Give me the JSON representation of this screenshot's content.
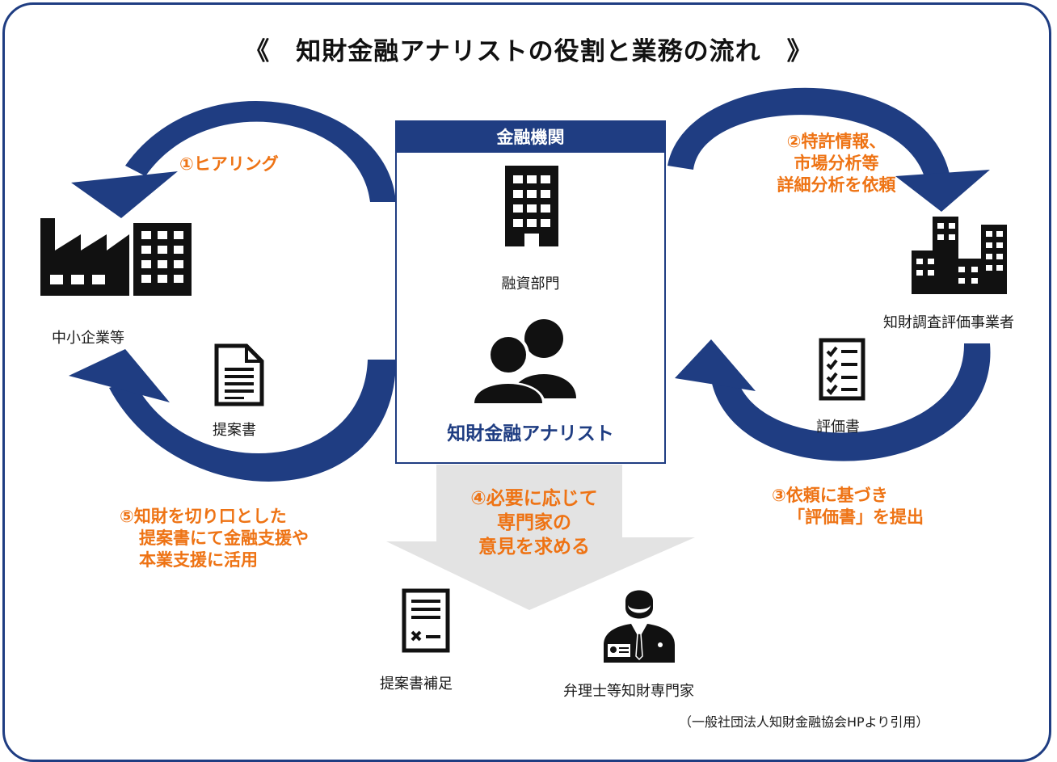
{
  "title": "《　知財金融アナリストの役割と業務の流れ　》",
  "colors": {
    "navy": "#1f3d82",
    "orange": "#ee7314",
    "gray_arrow": "#e3e3e3"
  },
  "bank": {
    "header": "金融機関",
    "department": "融資部門",
    "analyst": "知財金融アナリスト"
  },
  "left": {
    "company": "中小企業等",
    "proposal": "提案書"
  },
  "right": {
    "evaluator": "知財調査評価事業者",
    "evaluation": "評価書"
  },
  "bottom": {
    "supplement": "提案書補足",
    "expert": "弁理士等知財専門家"
  },
  "steps": {
    "s1": "①ヒアリング",
    "s2": [
      "②特許情報、",
      "市場分析等",
      "詳細分析を依頼"
    ],
    "s3": [
      "③依頼に基づき",
      "「評価書」を提出"
    ],
    "s4": [
      "④必要に応じて",
      "専門家の",
      "意見を求める"
    ],
    "s5": [
      "⑤知財を切り口とした",
      "提案書にて金融支援や",
      "本業支援に活用"
    ]
  },
  "icons": [
    "factory-icon",
    "office-building-icon",
    "bank-building-icon",
    "people-icon",
    "document-icon",
    "checklist-icon",
    "city-buildings-icon",
    "contract-icon",
    "businessman-icon"
  ],
  "citation": "（一般社団法人知財金融協会HPより引用）"
}
